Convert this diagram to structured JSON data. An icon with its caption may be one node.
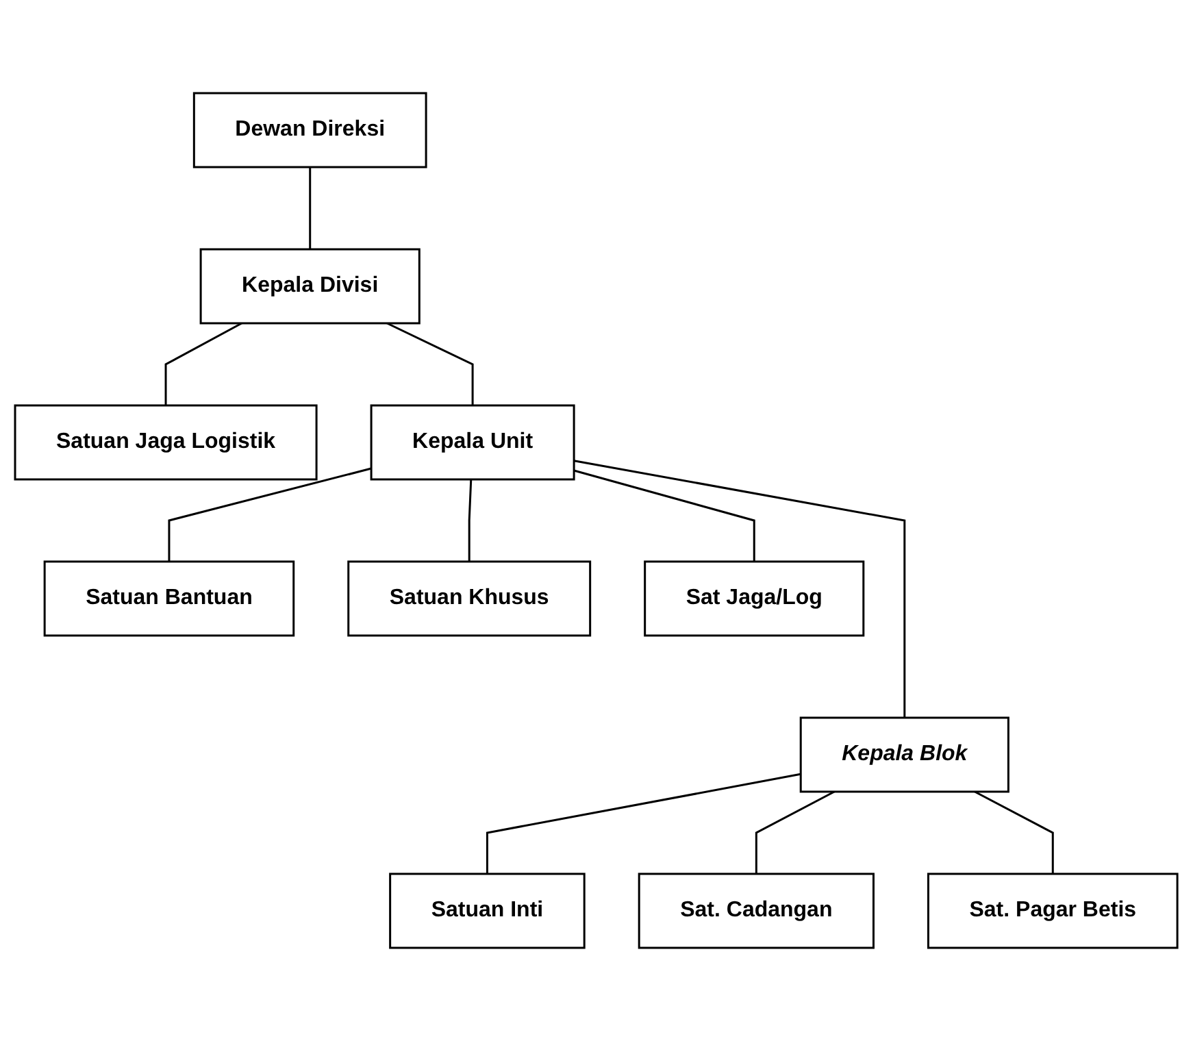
{
  "diagram": {
    "nodes": [
      {
        "text": [
          "Dewan Direksi"
        ]
      },
      {
        "text": [
          "Kepala Divisi"
        ]
      },
      {
        "text": [
          "Satuan Jaga Logistik"
        ]
      },
      {
        "text": [
          "Kepala Unit"
        ]
      },
      {
        "text": [
          "Satuan Bantuan"
        ]
      },
      {
        "text": [
          "Satuan Khusus"
        ]
      },
      {
        "text": [
          "Sat Jaga/Log"
        ]
      },
      {
        "text": [
          "Kepala Blok"
        ]
      },
      {
        "text": [
          "Satuan Inti"
        ]
      },
      {
        "text": [
          "Sat. Cadangan"
        ]
      },
      {
        "text": [
          "Sat. Pagar Betis"
        ]
      }
    ],
    "edges": [
      {
        "from": 0,
        "to": 1,
        "arrow": "none"
      },
      {
        "from": 1,
        "to": 3,
        "arrow": "none"
      },
      {
        "from": 1,
        "to": 2,
        "arrow": "none"
      },
      {
        "from": 3,
        "to": 4,
        "arrow": "none"
      },
      {
        "from": 3,
        "to": 5,
        "arrow": "none"
      },
      {
        "from": 3,
        "to": 6,
        "arrow": "none"
      },
      {
        "from": 3,
        "to": 7,
        "arrow": "none"
      },
      {
        "from": 7,
        "to": 8,
        "arrow": "none"
      },
      {
        "from": 7,
        "to": 9,
        "arrow": "none"
      },
      {
        "from": 7,
        "to": 10,
        "arrow": "none"
      }
    ]
  }
}
